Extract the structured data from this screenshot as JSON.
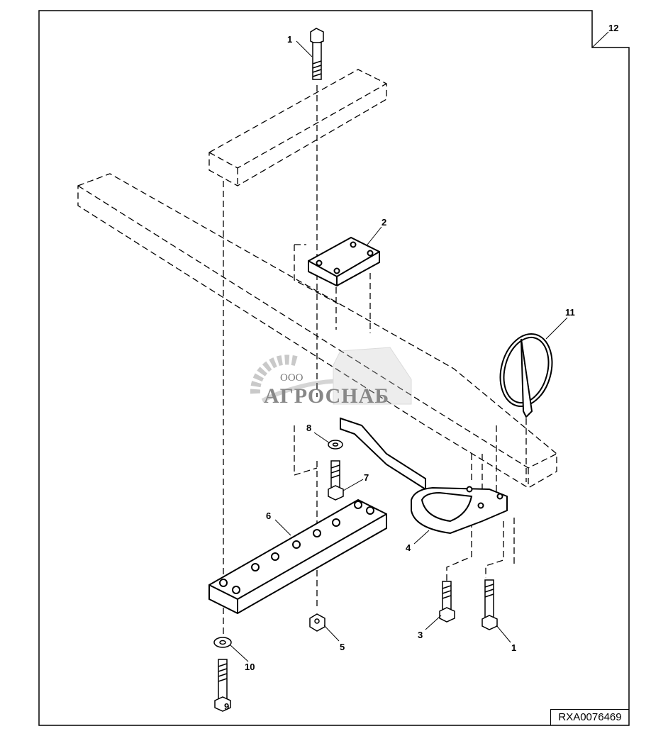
{
  "figure_id": "RXA0076469",
  "watermark": {
    "prefix": "ООО",
    "name": "АГРОСНАБ"
  },
  "callouts": [
    {
      "id": "c1a",
      "label": "1"
    },
    {
      "id": "c2",
      "label": "2"
    },
    {
      "id": "c11",
      "label": "11"
    },
    {
      "id": "c8",
      "label": "8"
    },
    {
      "id": "c7",
      "label": "7"
    },
    {
      "id": "c6",
      "label": "6"
    },
    {
      "id": "c4",
      "label": "4"
    },
    {
      "id": "c5",
      "label": "5"
    },
    {
      "id": "c3",
      "label": "3"
    },
    {
      "id": "c1b",
      "label": "1"
    },
    {
      "id": "c10",
      "label": "10"
    },
    {
      "id": "c9",
      "label": "9"
    },
    {
      "id": "c12",
      "label": "12"
    }
  ]
}
